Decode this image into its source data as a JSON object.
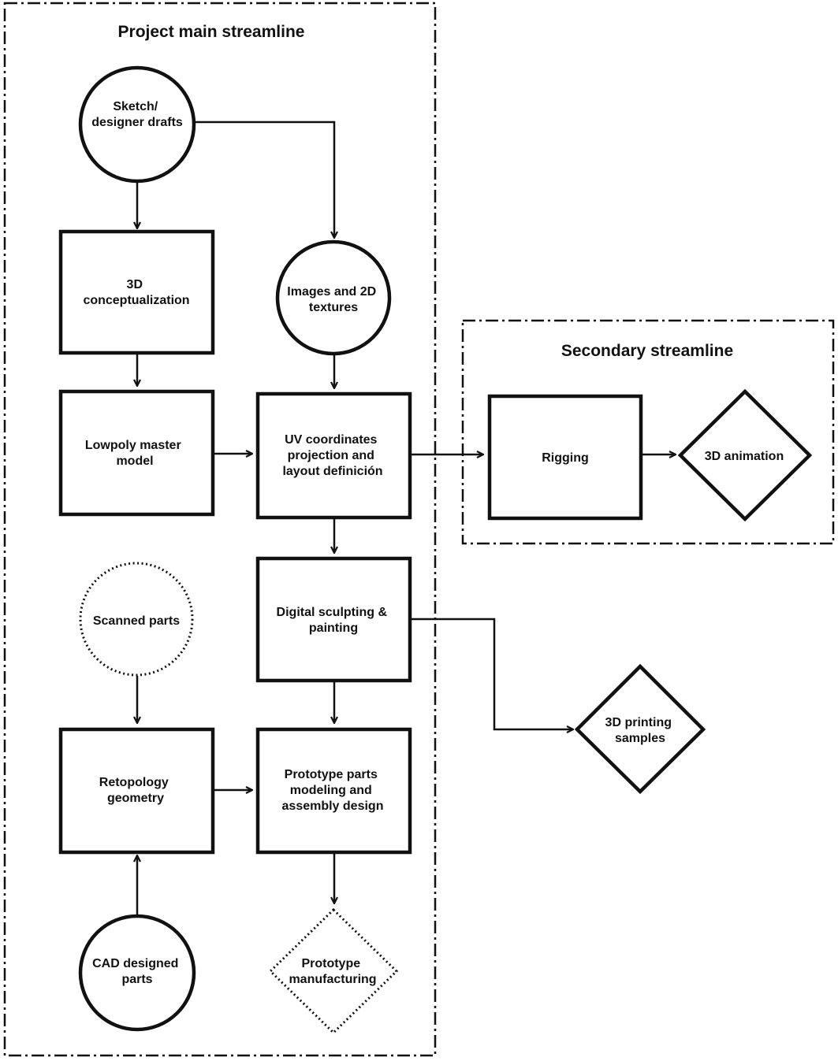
{
  "groups": {
    "main": {
      "title": "Project main streamline"
    },
    "secondary": {
      "title": "Secondary streamline"
    }
  },
  "nodes": {
    "sketch": {
      "shape": "circle",
      "border": "solid",
      "lines": [
        "Sketch/",
        "designer drafts"
      ]
    },
    "images": {
      "shape": "circle",
      "border": "solid",
      "lines": [
        "Images and 2D",
        "textures"
      ]
    },
    "concept": {
      "shape": "box",
      "border": "solid",
      "lines": [
        "3D",
        "conceptualization"
      ]
    },
    "lowpoly": {
      "shape": "box",
      "border": "solid",
      "lines": [
        "Lowpoly master",
        "model"
      ]
    },
    "uv": {
      "shape": "box",
      "border": "solid",
      "lines": [
        "UV coordinates",
        "projection and",
        "layout definición"
      ]
    },
    "sculpt": {
      "shape": "box",
      "border": "solid",
      "lines": [
        "Digital sculpting &",
        "painting"
      ]
    },
    "scanned": {
      "shape": "circle",
      "border": "dotted",
      "lines": [
        "Scanned parts"
      ]
    },
    "retopo": {
      "shape": "box",
      "border": "solid",
      "lines": [
        "Retopology",
        "geometry"
      ]
    },
    "prototype": {
      "shape": "box",
      "border": "solid",
      "lines": [
        "Prototype parts",
        "modeling and",
        "assembly design"
      ]
    },
    "cad": {
      "shape": "circle",
      "border": "solid",
      "lines": [
        "CAD designed",
        "parts"
      ]
    },
    "manufacturing": {
      "shape": "diamond",
      "border": "dotted",
      "lines": [
        "Prototype",
        "manufacturing"
      ]
    },
    "rigging": {
      "shape": "box",
      "border": "solid",
      "lines": [
        "Rigging"
      ]
    },
    "animation": {
      "shape": "diamond",
      "border": "solid",
      "lines": [
        "3D animation"
      ]
    },
    "printing": {
      "shape": "diamond",
      "border": "solid",
      "lines": [
        "3D printing",
        "samples"
      ]
    }
  },
  "edges": [
    {
      "from": "sketch",
      "to": "concept"
    },
    {
      "from": "sketch",
      "to": "images"
    },
    {
      "from": "concept",
      "to": "lowpoly"
    },
    {
      "from": "images",
      "to": "uv"
    },
    {
      "from": "lowpoly",
      "to": "uv"
    },
    {
      "from": "uv",
      "to": "rigging"
    },
    {
      "from": "rigging",
      "to": "animation"
    },
    {
      "from": "uv",
      "to": "sculpt"
    },
    {
      "from": "sculpt",
      "to": "prototype"
    },
    {
      "from": "sculpt",
      "to": "printing"
    },
    {
      "from": "scanned",
      "to": "retopo"
    },
    {
      "from": "retopo",
      "to": "prototype"
    },
    {
      "from": "cad",
      "to": "retopo"
    },
    {
      "from": "prototype",
      "to": "manufacturing"
    }
  ]
}
